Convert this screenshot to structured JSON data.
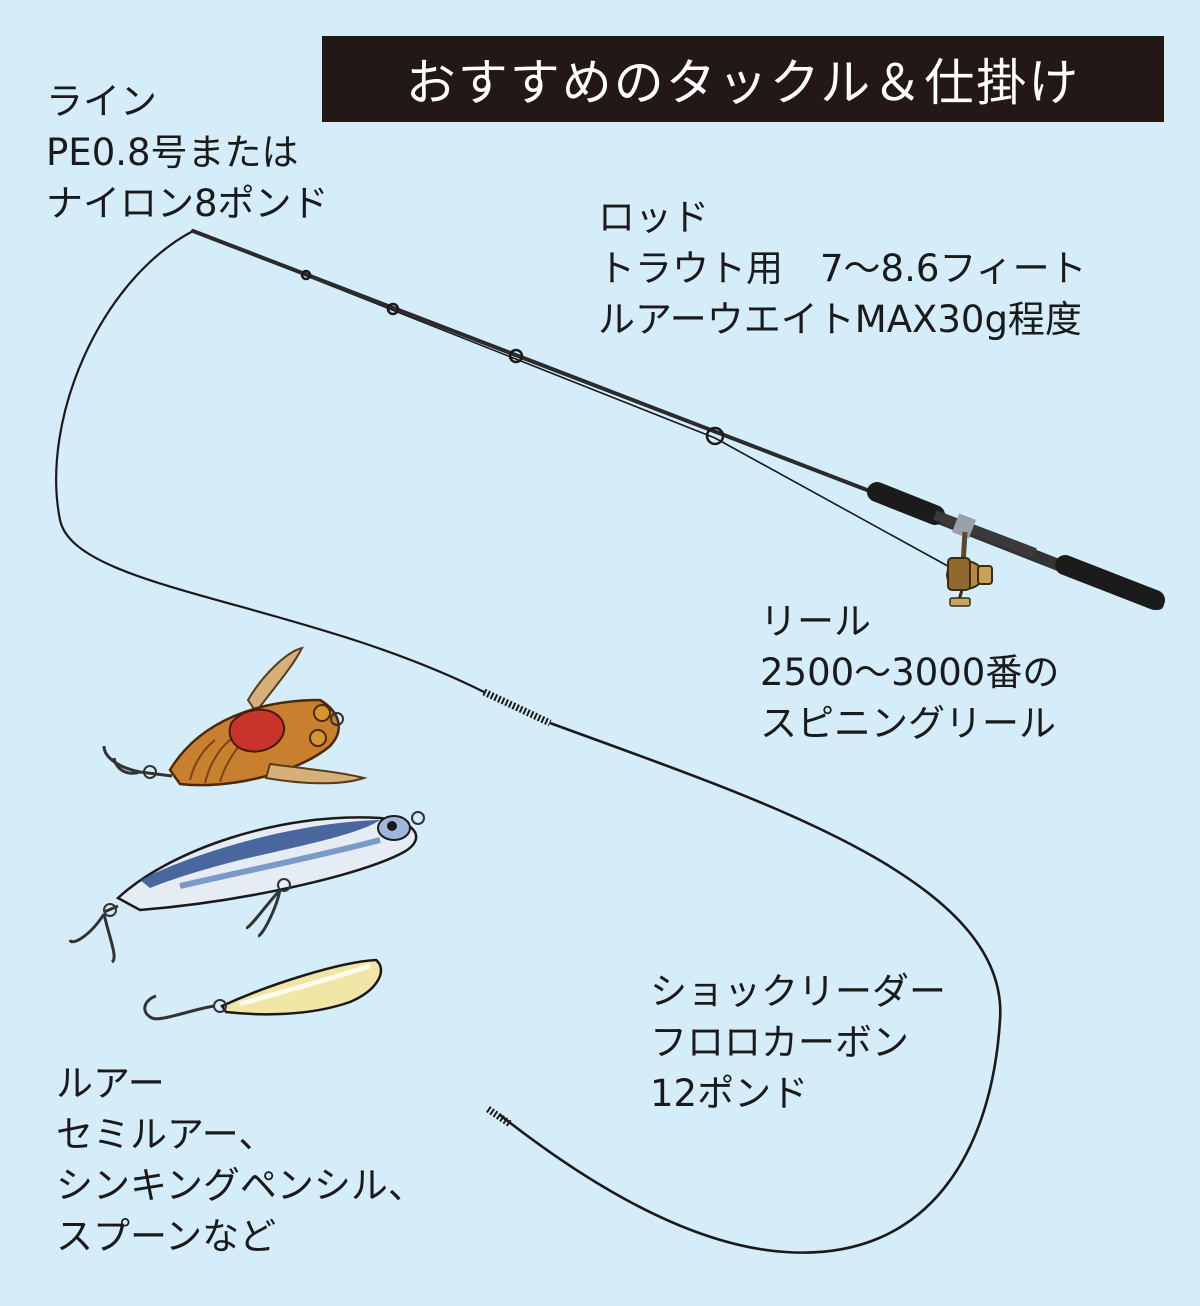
{
  "title": "おすすめのタックル＆仕掛け",
  "labels": {
    "line": {
      "heading": "ライン",
      "lines": [
        "PE0.8号または",
        "ナイロン8ポンド"
      ]
    },
    "rod": {
      "heading": "ロッド",
      "lines": [
        "トラウト用　7〜8.6フィート",
        "ルアーウエイトMAX30g程度"
      ]
    },
    "reel": {
      "heading": "リール",
      "lines": [
        "2500〜3000番の",
        "スピニングリール"
      ]
    },
    "leader": {
      "heading": "ショックリーダー",
      "lines": [
        "フロロカーボン",
        "12ポンド"
      ]
    },
    "lure": {
      "heading": "ルアー",
      "lines": [
        "セミルアー、",
        "シンキングペンシル、",
        "スプーンなど"
      ]
    }
  },
  "colors": {
    "background": "#d5ecf9",
    "title_box": "#231815",
    "title_text": "#ffffff",
    "line": "#1a1a1a",
    "rod": "#2b2b2b",
    "cicada_lure": "#c9802e",
    "cicada_eye": "#c8332b",
    "minnow_body": "#e6ecf4",
    "minnow_back": "#2e4f8e",
    "spoon": "#f1e6a6"
  },
  "icons": [
    "rod-icon",
    "reel-icon",
    "cicada-lure-icon",
    "minnow-lure-icon",
    "spoon-lure-icon",
    "swivel-icon"
  ]
}
